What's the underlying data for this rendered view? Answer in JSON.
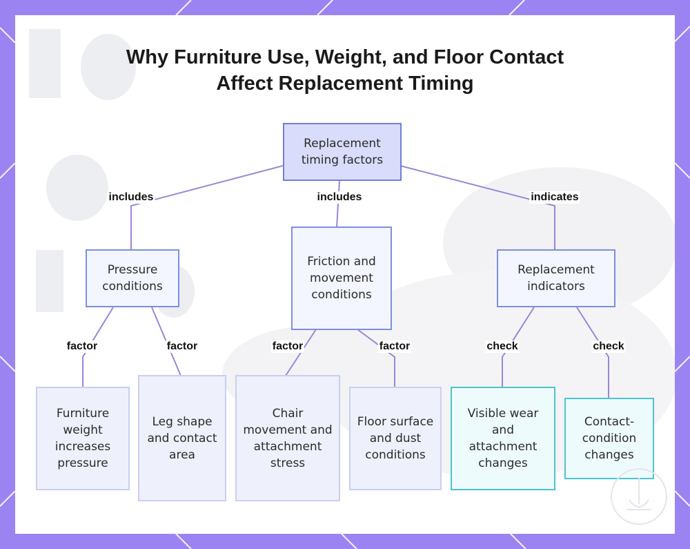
{
  "title": "Why Furniture Use, Weight, and Floor Contact Affect Replacement Timing",
  "nodes": {
    "root": "Replacement timing factors",
    "pressure": "Pressure conditions",
    "friction": "Friction and movement conditions",
    "indicators": "Replacement indicators",
    "weight": "Furniture weight increases pressure",
    "leg": "Leg shape and contact area",
    "chair": "Chair movement and attachment stress",
    "floor": "Floor surface and dust conditions",
    "visible": "Visible wear and attachment changes",
    "contact": "Contact-condition changes"
  },
  "edges": [
    {
      "from": "root",
      "to": "pressure",
      "label": "includes"
    },
    {
      "from": "root",
      "to": "friction",
      "label": "includes"
    },
    {
      "from": "root",
      "to": "indicators",
      "label": "indicates"
    },
    {
      "from": "pressure",
      "to": "weight",
      "label": "factor"
    },
    {
      "from": "pressure",
      "to": "leg",
      "label": "factor"
    },
    {
      "from": "friction",
      "to": "chair",
      "label": "factor"
    },
    {
      "from": "friction",
      "to": "floor",
      "label": "factor"
    },
    {
      "from": "indicators",
      "to": "visible",
      "label": "check"
    },
    {
      "from": "indicators",
      "to": "contact",
      "label": "check"
    }
  ],
  "colors": {
    "frame": "#9b84f2",
    "edge": "#9b84d8",
    "node_border": "#7d8ee0",
    "teal_border": "#4cc3cf"
  }
}
